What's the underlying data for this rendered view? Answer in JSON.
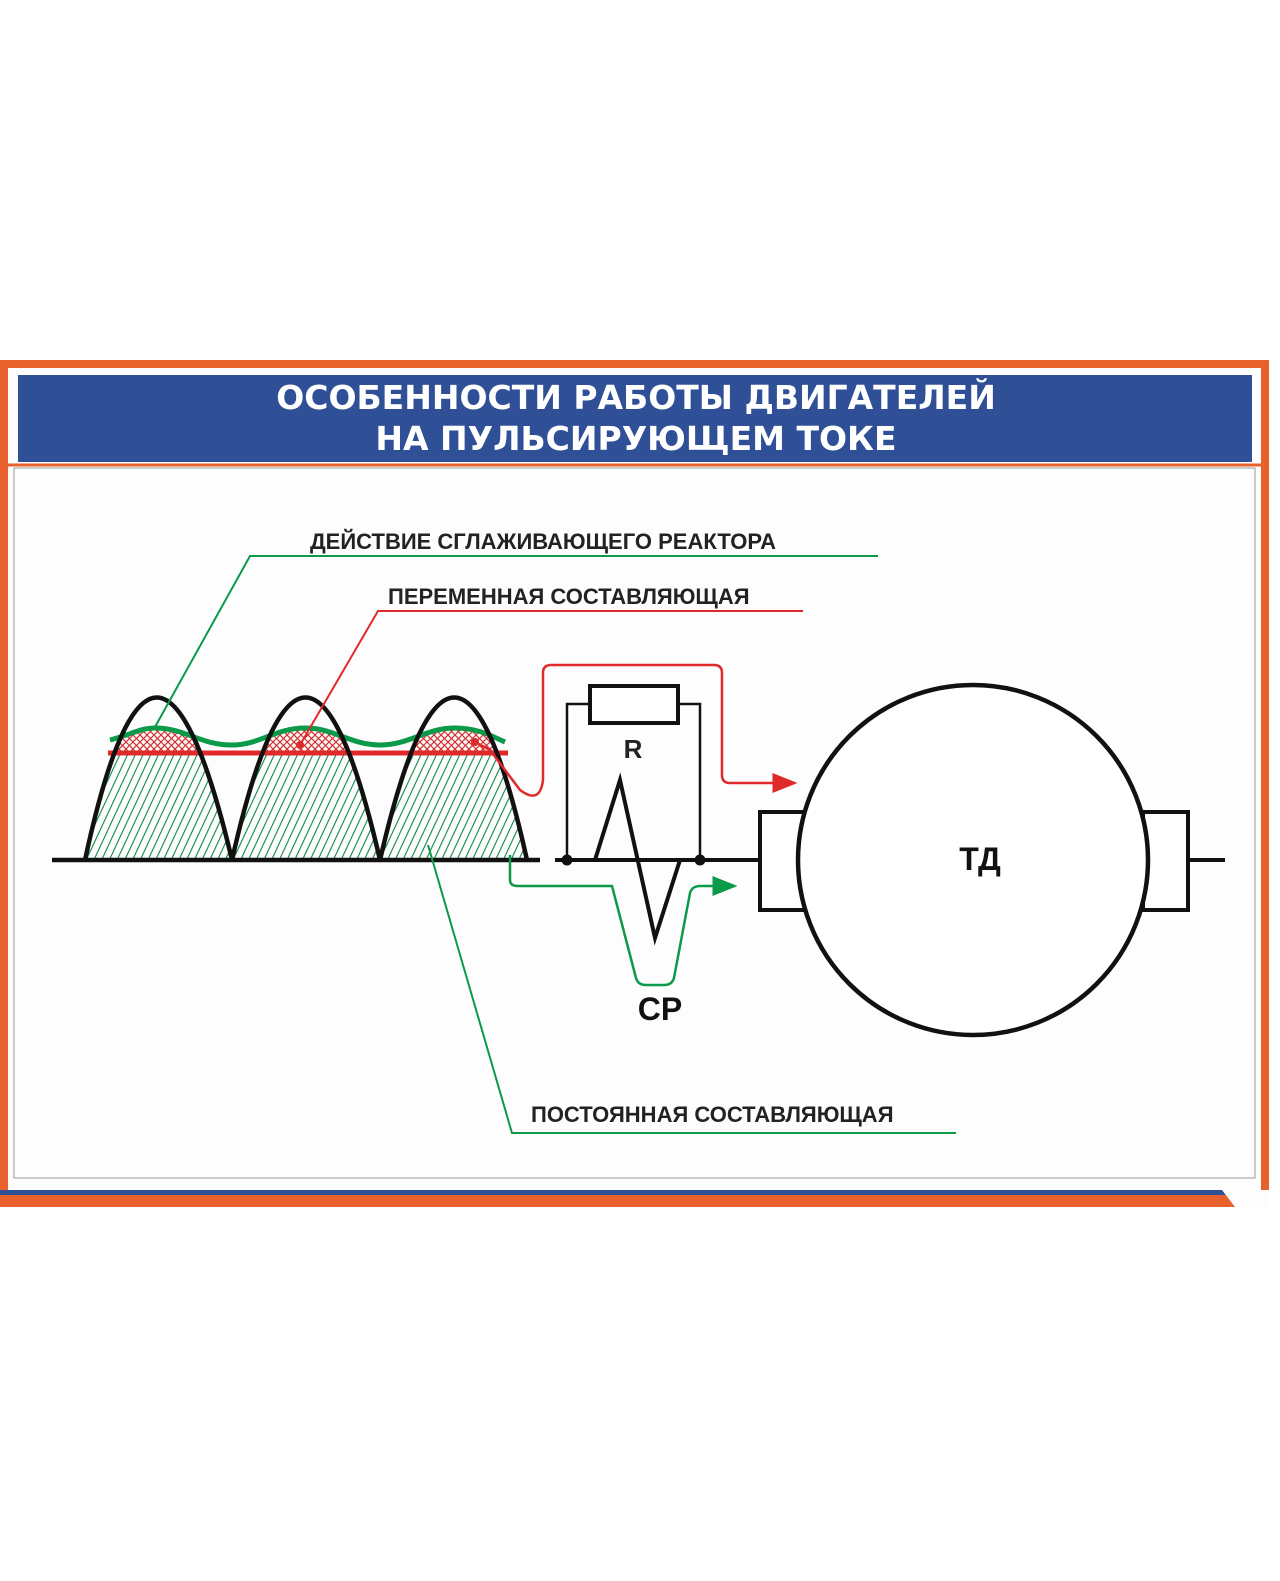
{
  "title": {
    "line1": "ОСОБЕННОСТИ РАБОТЫ ДВИГАТЕЛЕЙ",
    "line2": "НА ПУЛЬСИРУЮЩЕМ ТОКЕ"
  },
  "labels": {
    "smoothing_reactor_action": "ДЕЙСТВИЕ СГЛАЖИВАЮЩЕГО РЕАКТОРА",
    "alternating_component": "ПЕРЕМЕННАЯ СОСТАВЛЯЮЩАЯ",
    "direct_component": "ПОСТОЯННАЯ СОСТАВЛЯЮЩАЯ",
    "resistor": "R",
    "smoothing_reactor": "СР",
    "traction_motor": "ТД"
  },
  "colors": {
    "orange": "#e8602c",
    "blue": "#2f4f96",
    "green": "#0a9a4a",
    "red": "#e02a2a"
  }
}
